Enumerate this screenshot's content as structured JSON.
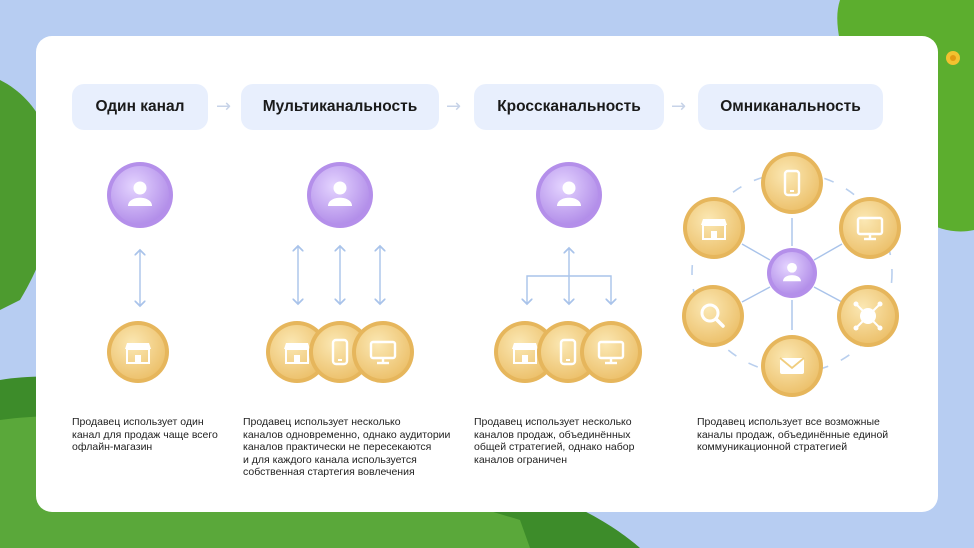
{
  "stages": [
    {
      "label": "Один канал",
      "icon": "user-icon",
      "description": "Продавец использует один\nканал для продаж чаще всего\nофлайн-магазин"
    },
    {
      "label": "Мультиканальность",
      "icon": "user-icon",
      "description": "Продавец использует несколько\nканалов одновременно, однако аудитории\nканалов практически не пересекаются\nи для каждого канала используется\nсобственная стартегия вовлечения"
    },
    {
      "label": "Кроссканальность",
      "icon": "user-icon",
      "description": "Продавец использует несколько\nканалов продаж, объединённых\nобщей стратегией, однако набор\nканалов ограничен"
    },
    {
      "label": "Омниканальность",
      "icon": "user-icon",
      "description": "Продавец использует все возможные\nканалы продаж, объединённые единой\nкоммуникационной стратегией"
    }
  ],
  "channel_icons": [
    "store-icon",
    "smartphone-icon",
    "monitor-icon",
    "search-icon",
    "network-icon",
    "mail-icon"
  ],
  "colors": {
    "stage_bg": "#e8effd",
    "coin_gold": "#f5d48a",
    "coin_purple": "#c7a8f5",
    "connector": "#a9c3ea",
    "background": "#b7cdf2"
  }
}
